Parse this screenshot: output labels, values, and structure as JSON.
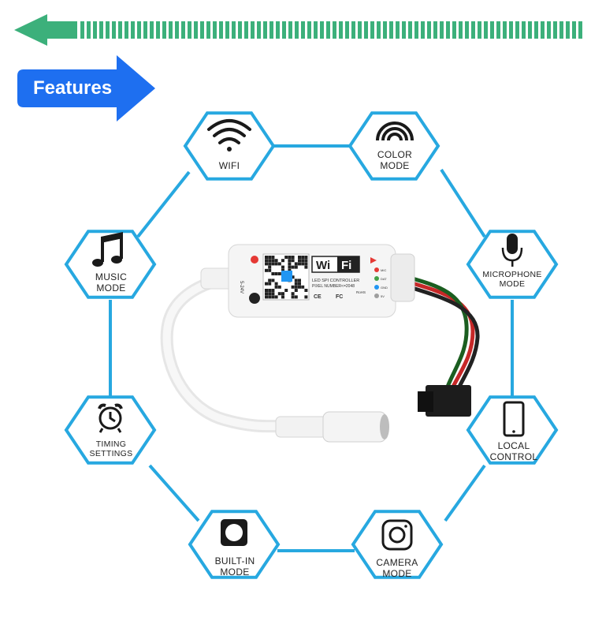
{
  "banner": {
    "title": "Features"
  },
  "colors": {
    "hex_stroke": "#27a8e0",
    "banner_blue": "#1e6ff0",
    "arrow_green": "#3cb07b",
    "icon_dark": "#1a1a1a"
  },
  "features": [
    {
      "id": "wifi",
      "label": "WiFi",
      "icon": "wifi-icon"
    },
    {
      "id": "color",
      "label": "COLOR\nMODE",
      "icon": "rainbow-icon"
    },
    {
      "id": "music",
      "label": "MUSIC\nMODE",
      "icon": "music-note-icon"
    },
    {
      "id": "microphone",
      "label": "MICROPHONE\nMODE",
      "icon": "microphone-icon"
    },
    {
      "id": "timing",
      "label": "TIMING\nSETTINGS",
      "icon": "alarm-clock-icon"
    },
    {
      "id": "local",
      "label": "LOCAL\nCONTROL",
      "icon": "smartphone-icon"
    },
    {
      "id": "builtin",
      "label": "BUILT-IN\nMODE",
      "icon": "builtin-icon"
    },
    {
      "id": "camera",
      "label": "CAMERA\nMODE",
      "icon": "camera-icon"
    }
  ],
  "device": {
    "brand": "WiFi",
    "line1": "LED SPI CONTROLLER",
    "line2": "PIXEL NUMBER<=2048",
    "voltage": "5-24V",
    "marks": [
      "CE",
      "FC",
      "RoHS"
    ],
    "pins": [
      "MIC",
      "DAT",
      "GND",
      "5V"
    ]
  }
}
